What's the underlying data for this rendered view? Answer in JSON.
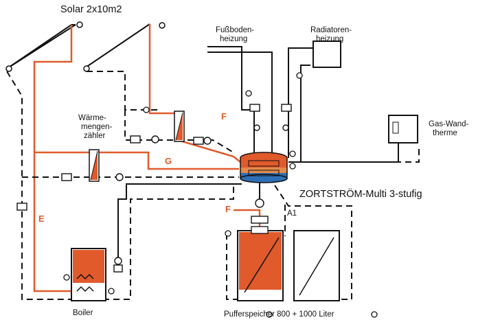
{
  "labels": {
    "solar": "Solar 2x10m2",
    "fussboden_line1": "Fußboden-",
    "fussboden_line2": "heizung",
    "radiator_line1": "Radiatoren-",
    "radiator_line2": "heizung",
    "waerme_line1": "Wärme-",
    "waerme_line2": "mengen-",
    "waerme_line3": "zähler",
    "gas_line1": "Gas-Wand-",
    "gas_line2": "therme",
    "zortstroem": "ZORTSTRÖM-Multi 3-stufig",
    "a1": "A1",
    "boiler": "Boiler",
    "puffer": "Pufferspeicher 800 + 1000 Liter"
  },
  "pipe_marks": {
    "f_upper": "F",
    "f_lower": "F",
    "g": "G",
    "e": "E"
  },
  "colors": {
    "flow_pipe": "#e05a2c",
    "return_pipe": "#111111",
    "tank_fill": "#e05a2c",
    "manifold_top": "#e05a2c",
    "manifold_mid": "#e58a4a",
    "manifold_bottom": "#2f6fb8"
  }
}
